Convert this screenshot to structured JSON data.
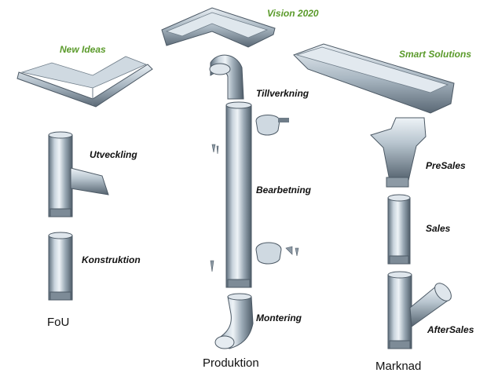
{
  "headings": {
    "new_ideas": "New Ideas",
    "vision": "Vision 2020",
    "smart": "Smart Solutions"
  },
  "stages": {
    "utveckling": "Utveckling",
    "konstruktion": "Konstruktion",
    "tillverkning": "Tillverkning",
    "bearbetning": "Bearbetning",
    "montering": "Montering",
    "presales": "PreSales",
    "sales": "Sales",
    "aftersales": "AfterSales"
  },
  "columns": {
    "fou": "FoU",
    "produktion": "Produktion",
    "marknad": "Marknad"
  },
  "colors": {
    "heading_green": "#5a9a2a",
    "metal_dark": "#5e6e7c",
    "metal_light": "#e8eef3"
  }
}
